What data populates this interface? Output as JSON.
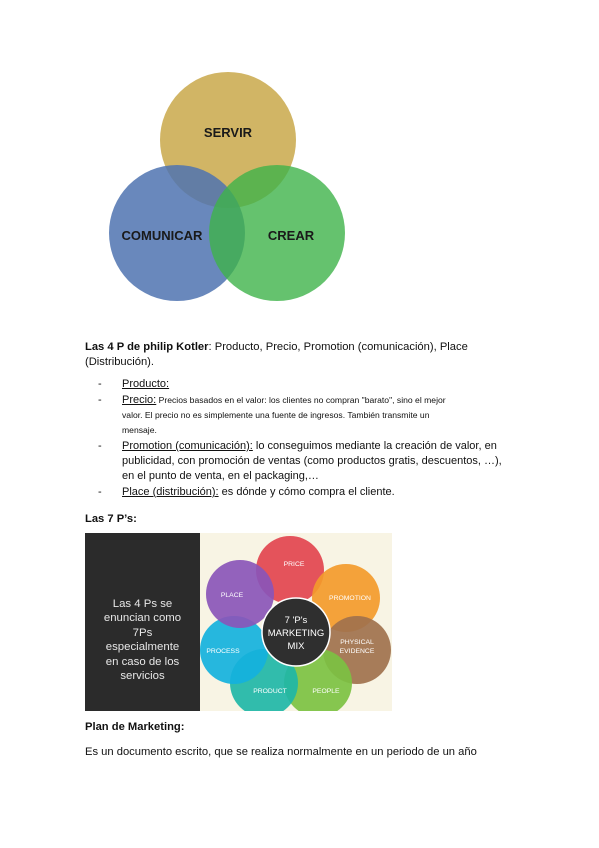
{
  "venn": {
    "labels": [
      "SERVIR",
      "COMUNICAR",
      "CREAR"
    ],
    "colors": [
      "#c9a84a",
      "#4f73b0",
      "#3fb34a"
    ]
  },
  "intro": {
    "heading": "Las 4 P de philip Kotler",
    "line1": ": Producto, Precio, Promotion (comunicación), Place",
    "line2": "(Distribución)."
  },
  "list": {
    "dash": "-",
    "items": [
      {
        "term": "Producto:",
        "lines": []
      },
      {
        "term": "Precio:",
        "lines": [
          "  Precios basados en el valor: los clientes no compran \"barato\", sino el mejor",
          "valor. El precio no es simplemente una fuente de ingresos. También transmite un",
          "mensaje."
        ]
      },
      {
        "term": "Promotion (comunicación):",
        "lines": [
          " lo conseguimos mediante la creación de valor, en",
          "publicidad, con promoción de ventas (como productos gratis, descuentos, …),",
          "en el punto de venta, en el packaging,…"
        ]
      },
      {
        "term": "Place (distribución):",
        "lines": [
          " es dónde y cómo compra el cliente."
        ]
      }
    ]
  },
  "sevenp": {
    "heading": "Las 7 P’s:",
    "dark_text": [
      "Las 4 Ps se",
      "enuncian como",
      "7Ps",
      "especialmente",
      "en caso de los",
      "servicios"
    ],
    "center": [
      "7 'P's",
      "MARKETING",
      "MIX"
    ],
    "petals": [
      {
        "label": "PRICE",
        "color": "#e2444f"
      },
      {
        "label": "PROMOTION",
        "color": "#f39a2b"
      },
      {
        "label": "PHYSICAL",
        "label2": "EVIDENCE",
        "color": "#a0714d"
      },
      {
        "label": "PEOPLE",
        "color": "#7cc142"
      },
      {
        "label": "PRODUCT",
        "color": "#1fb6a7"
      },
      {
        "label": "PROCESS",
        "color": "#14b1dd"
      },
      {
        "label": "PLACE",
        "color": "#8a55b8"
      }
    ]
  },
  "plan": {
    "heading": "Plan de Marketing:",
    "body": "Es un documento escrito, que se realiza normalmente en un periodo de un año"
  }
}
